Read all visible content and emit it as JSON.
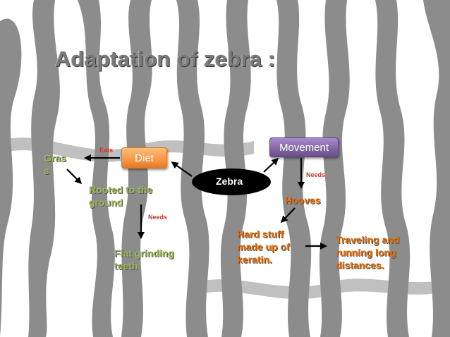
{
  "title": "Adaptation of zebra :",
  "nodes": {
    "zebra": "Zebra",
    "diet": "Diet",
    "movement": "Movement",
    "grass_line1": "Gras",
    "grass_line2": "s",
    "rooted_line1": "Rooted to the",
    "rooted_line2": "ground",
    "teeth_line1": "Flat grinding",
    "teeth_line2": "teeth",
    "hooves": "Hooves",
    "keratin_line1": "Hard stuff",
    "keratin_line2": "made up of",
    "keratin_line3": "keratin.",
    "travel_line1": "Traveling and",
    "travel_line2": "running long",
    "travel_line3": "distances."
  },
  "edge_labels": {
    "eats": "Eats",
    "needs_teeth": "Needs",
    "needs_hooves": "Needs"
  },
  "colors": {
    "diet_box": "#f79646",
    "movement_box": "#8064a2",
    "green_text": "#9bbb59",
    "orange_text": "#e36c09",
    "edge_label": "#c0392b",
    "zebra_ellipse": "#000000",
    "stripes": "#8c8c8c"
  }
}
